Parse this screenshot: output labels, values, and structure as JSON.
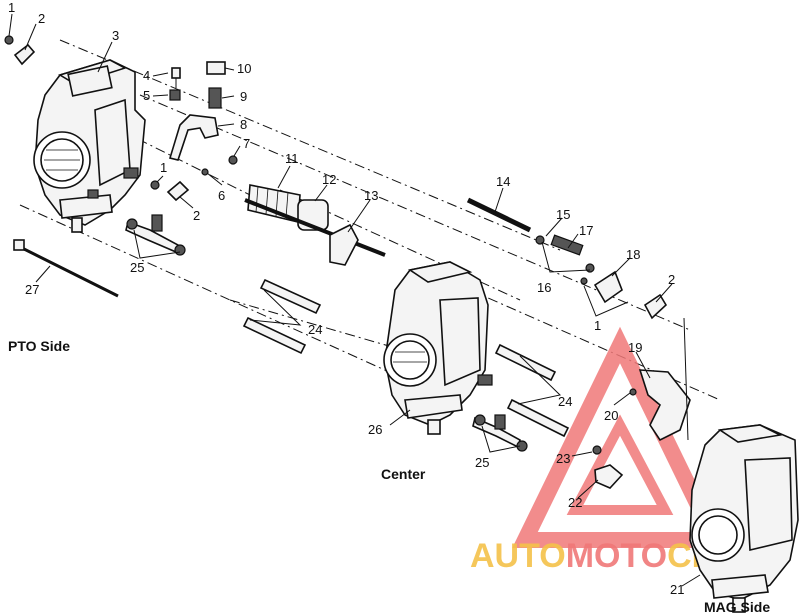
{
  "callouts": {
    "c1a": "1",
    "c2a": "2",
    "c3": "3",
    "c4": "4",
    "c5": "5",
    "c6": "6",
    "c7": "7",
    "c8": "8",
    "c9": "9",
    "c10": "10",
    "c1b": "1",
    "c2b": "2",
    "c11": "11",
    "c12": "12",
    "c13": "13",
    "c14": "14",
    "c15": "15",
    "c17": "17",
    "c16": "16",
    "c18": "18",
    "c2c": "2",
    "c1c": "1",
    "c25a": "25",
    "c27": "27",
    "c24a": "24",
    "c19": "19",
    "c20": "20",
    "c24b": "24",
    "c26": "26",
    "c23": "23",
    "c25b": "25",
    "c22": "22",
    "c21": "21"
  },
  "sections": {
    "pto": "PTO Side",
    "center": "Center",
    "mag": "MAG Side"
  },
  "watermark": {
    "brand": "AUTOMOTOCLUB",
    "colors": {
      "primary": "#f5c24a",
      "secondary": "#f07878"
    }
  }
}
